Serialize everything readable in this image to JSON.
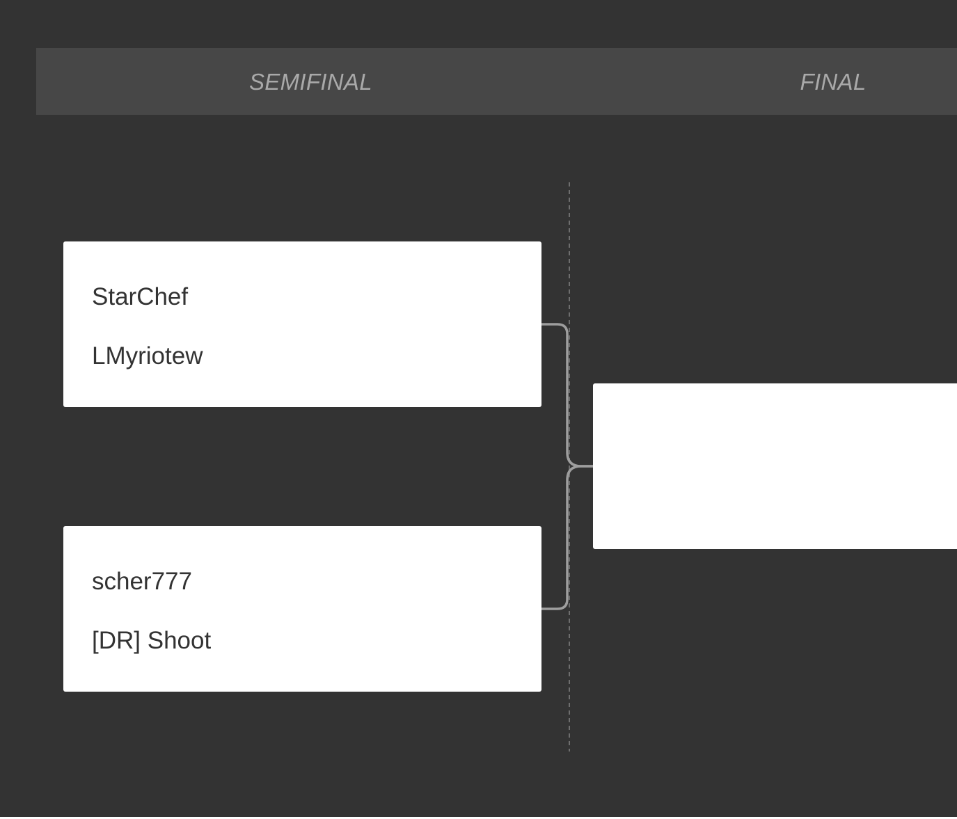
{
  "rounds": {
    "semifinal_label": "SEMIFINAL",
    "final_label": "FINAL"
  },
  "matches": {
    "semifinal_1": {
      "player_1": "StarChef",
      "player_2": "LMyriotew"
    },
    "semifinal_2": {
      "player_1": "scher777",
      "player_2": "[DR] Shoot"
    },
    "final": {
      "player_1": "",
      "player_2": ""
    }
  },
  "colors": {
    "background": "#333333",
    "header_bar": "#474747",
    "header_text": "#a9a9a9",
    "card": "#ffffff",
    "player_text": "#333333",
    "connector": "#9e9e9e",
    "divider": "#6e6e6e"
  }
}
